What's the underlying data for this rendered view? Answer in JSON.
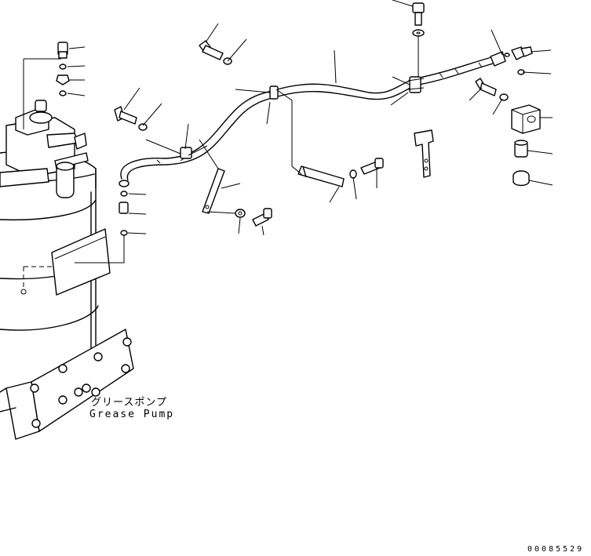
{
  "component_label_jp": "グリースポンプ",
  "component_label_en": "Grease Pump",
  "drawing_number": "00085529"
}
